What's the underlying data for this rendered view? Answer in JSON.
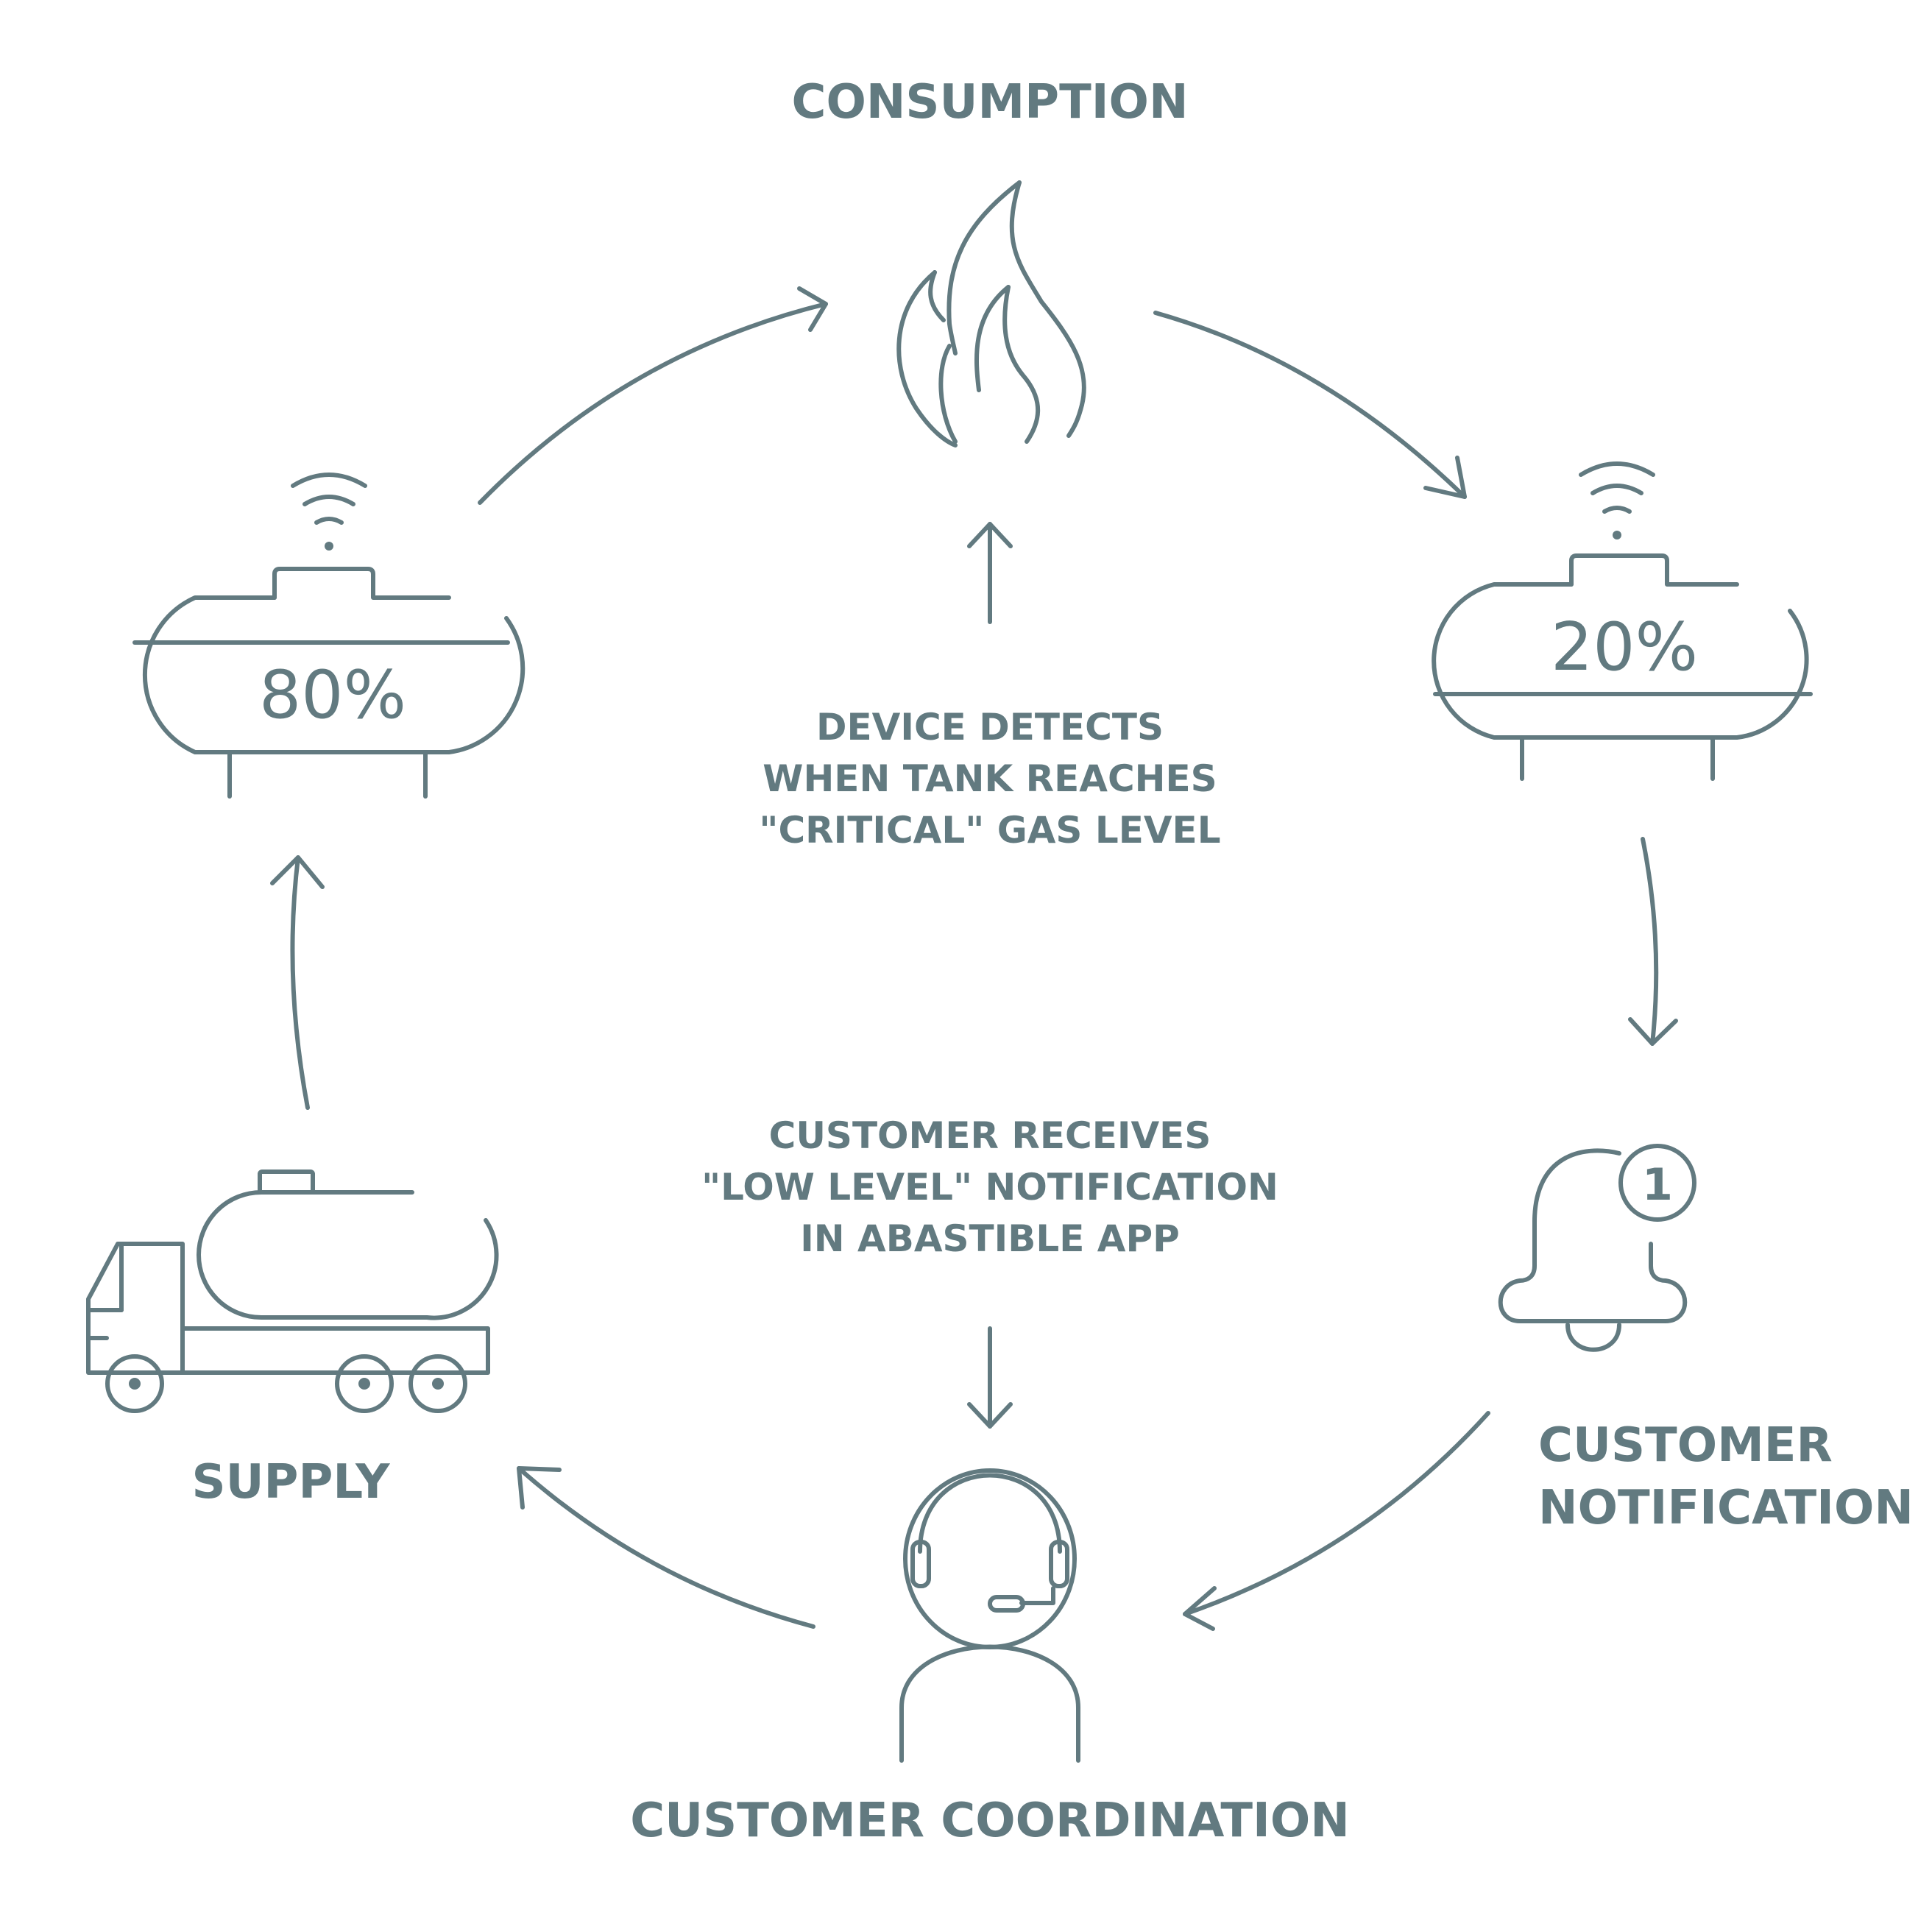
{
  "labels": {
    "consumption": "CONSUMPTION",
    "customer_notification_line1": "CUSTOMER",
    "customer_notification_line2": "NOTIFICATION",
    "customer_coordination": "CUSTOMER COORDINATION",
    "supply": "SUPPLY"
  },
  "notes": {
    "device_detects": [
      "DEVICE DETECTS",
      "WHEN TANK REACHES",
      "\"CRITICAL\" GAS LEVEL"
    ],
    "customer_receives": [
      "CUSTOMER RECEIVES",
      "\"LOW LEVEL\" NOTIFICATION",
      "IN ABASTIBLE APP"
    ]
  },
  "tanks": {
    "left_level": "80%",
    "right_level": "20%"
  },
  "bell_badge": "1",
  "colors": {
    "ink": "#627a80",
    "background": "#ffffff"
  },
  "icons": [
    "flame-icon",
    "tank-icon",
    "wifi-icon",
    "bell-icon",
    "headset-agent-icon",
    "tanker-truck-icon"
  ]
}
